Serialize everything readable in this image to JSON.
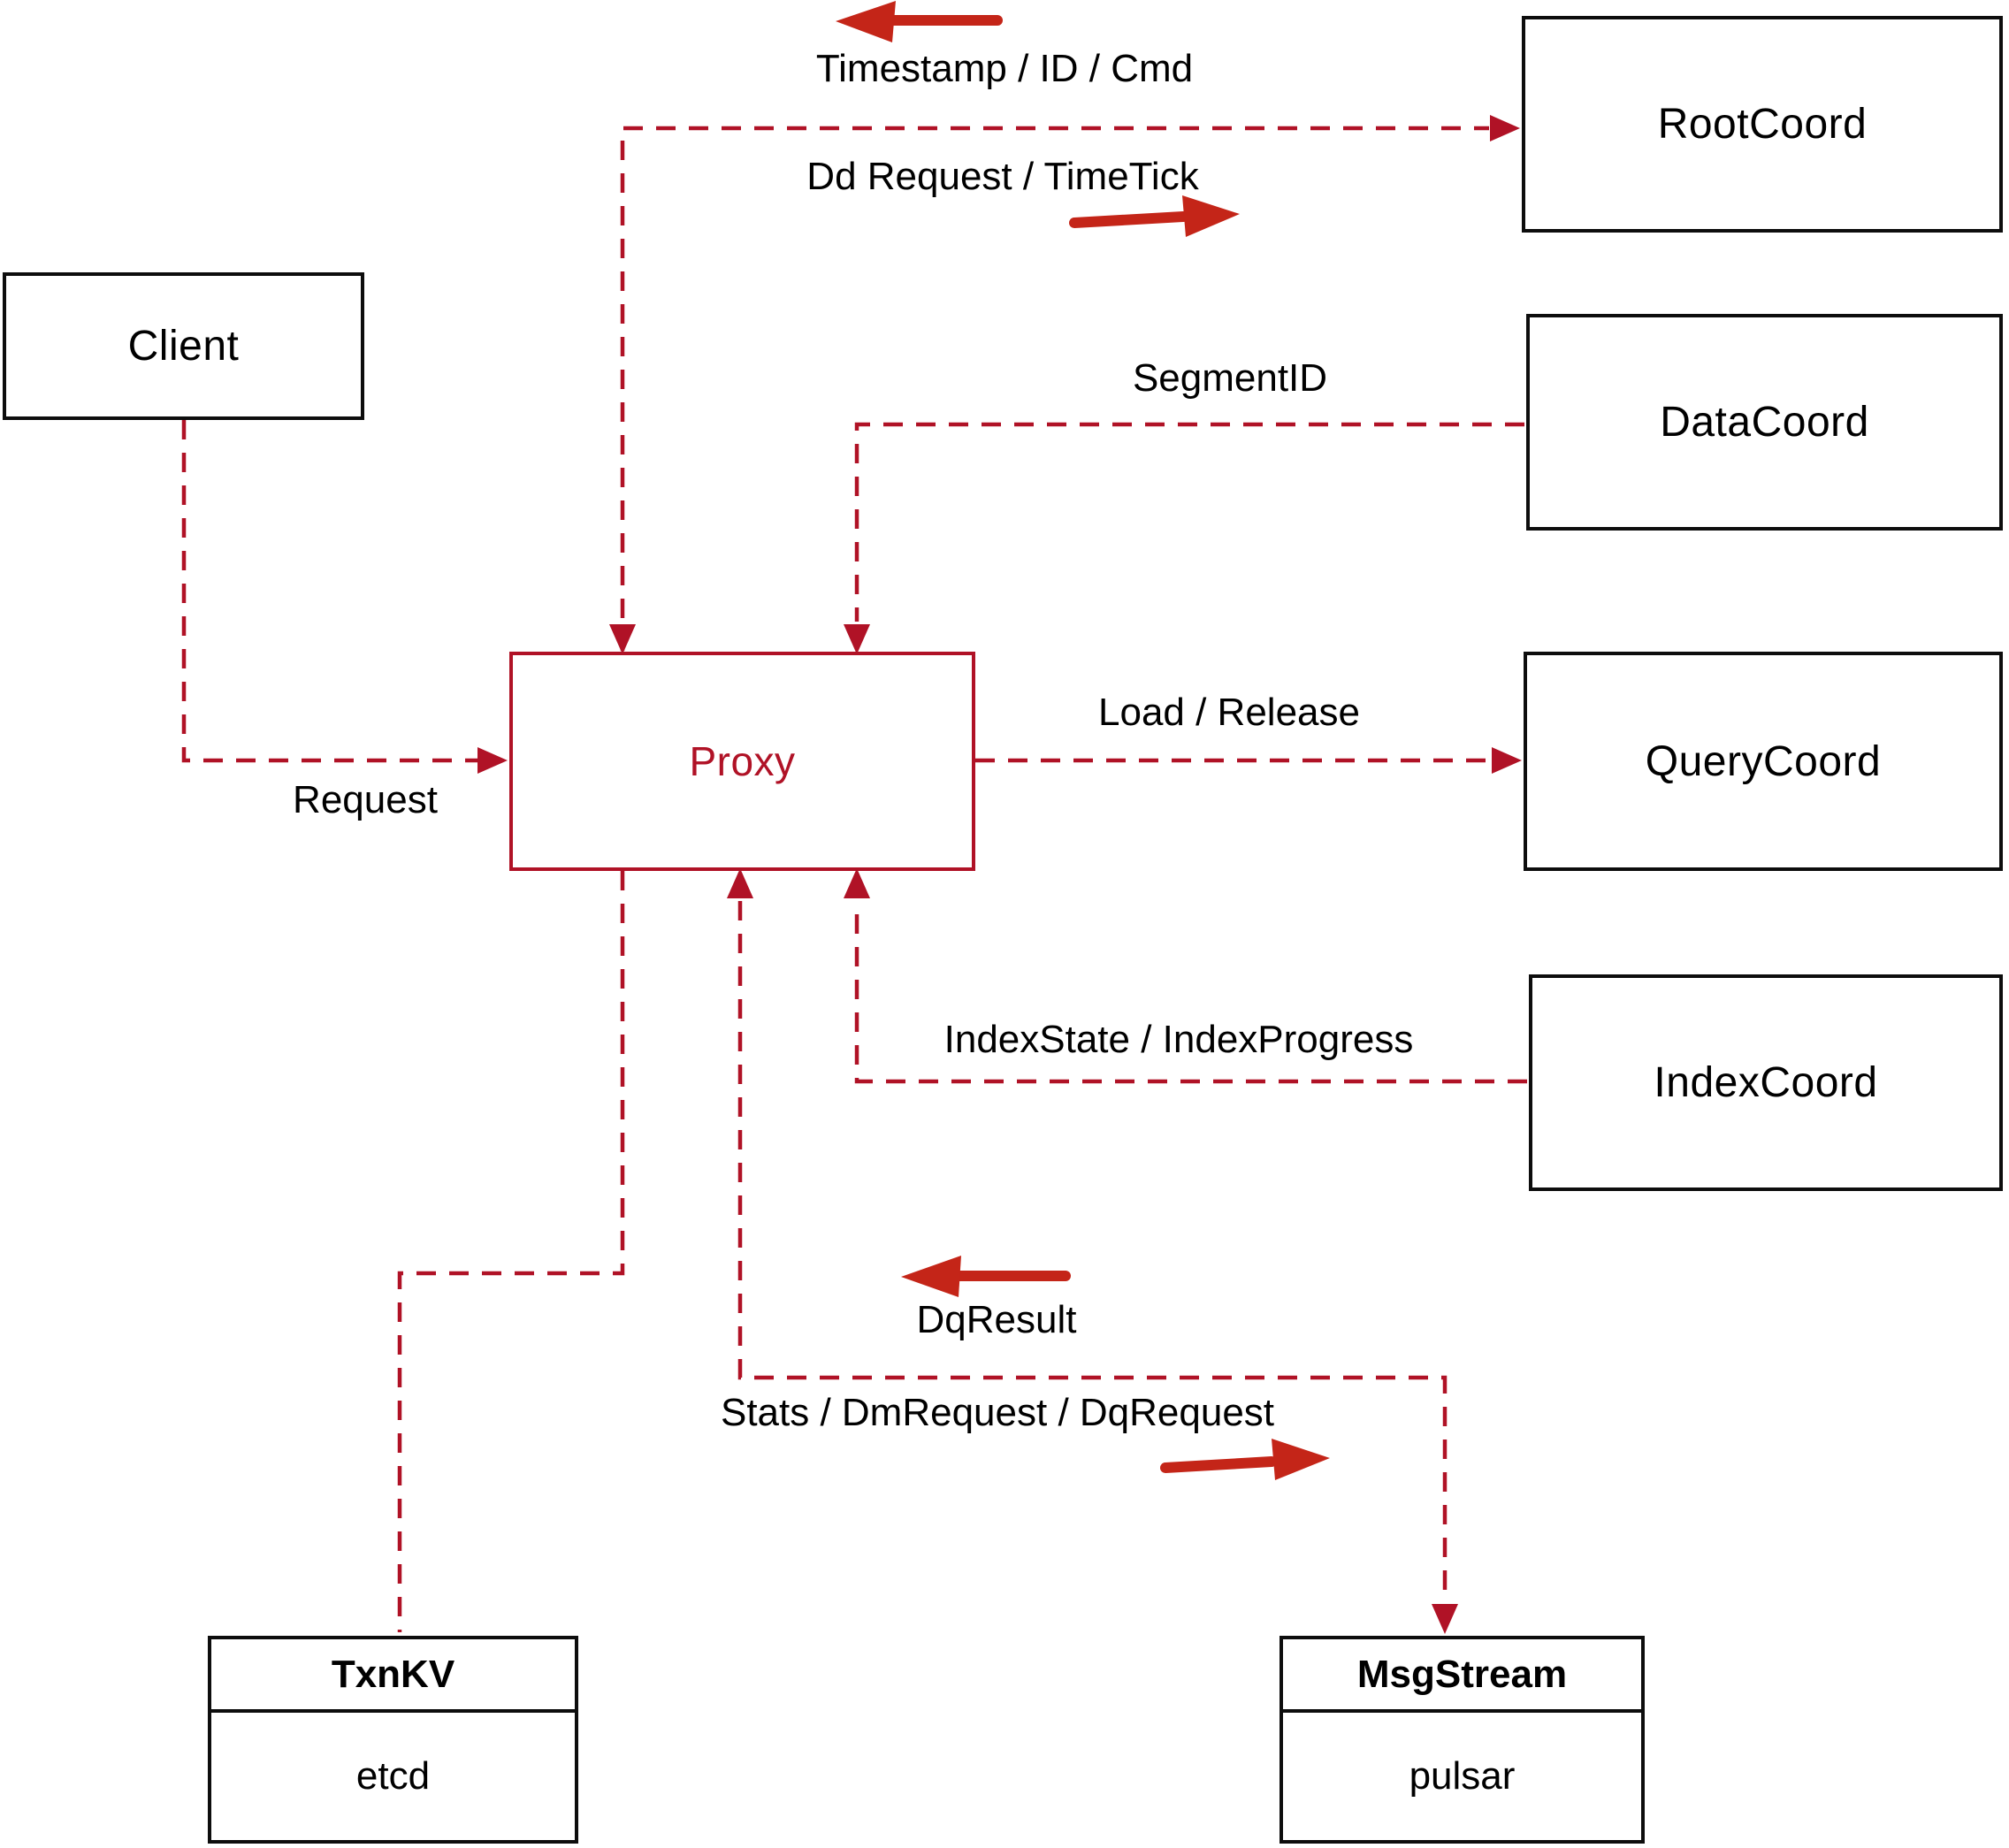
{
  "nodes": {
    "client": {
      "label": "Client"
    },
    "proxy": {
      "label": "Proxy"
    },
    "root_coord": {
      "label": "RootCoord"
    },
    "data_coord": {
      "label": "DataCoord"
    },
    "query_coord": {
      "label": "QueryCoord"
    },
    "index_coord": {
      "label": "IndexCoord"
    },
    "txn_kv": {
      "title": "TxnKV",
      "impl": "etcd"
    },
    "msg_stream": {
      "title": "MsgStream",
      "impl": "pulsar"
    }
  },
  "edge_labels": {
    "timestamp_id_cmd": "Timestamp / ID / Cmd",
    "dd_request_timetick": "Dd Request / TimeTick",
    "segment_id": "SegmentID",
    "request": "Request",
    "load_release": "Load / Release",
    "index_state_progress": "IndexState / IndexProgress",
    "dq_result": "DqResult",
    "stats_dm_dq_request": "Stats / DmRequest / DqRequest"
  },
  "colors": {
    "connector_crimson": "#b01226",
    "solid_arrow_red": "#c42518",
    "box_border_black": "#0d0d0d",
    "background": "#ffffff"
  }
}
